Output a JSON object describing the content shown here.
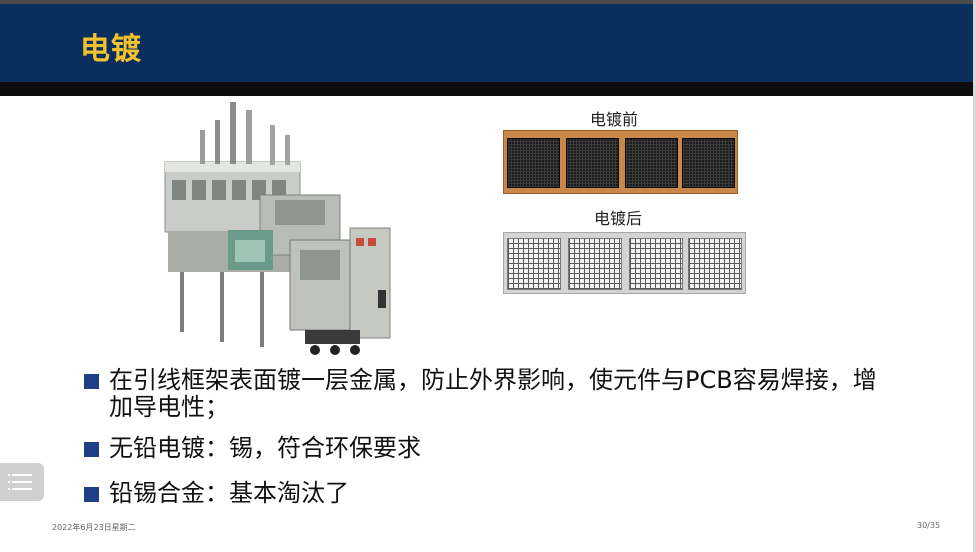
{
  "slide": {
    "title": "电镀",
    "images": {
      "before_caption": "电镀前",
      "after_caption": "电镀后"
    },
    "bullets": [
      "在引线框架表面镀一层金属，防止外界影响，使元件与PCB容易焊接，增加导电性；",
      "无铅电镀：锡，符合环保要求",
      "铅锡合金：基本淘汰了"
    ],
    "footer": {
      "date": "2022年6月23日星期二",
      "page": "30/35"
    }
  },
  "colors": {
    "header_bg": "#0a2e5e",
    "title_color": "#f2c22e",
    "bullet_marker": "#1f3f86"
  },
  "icons": {
    "side_tab": "list-menu-icon"
  }
}
